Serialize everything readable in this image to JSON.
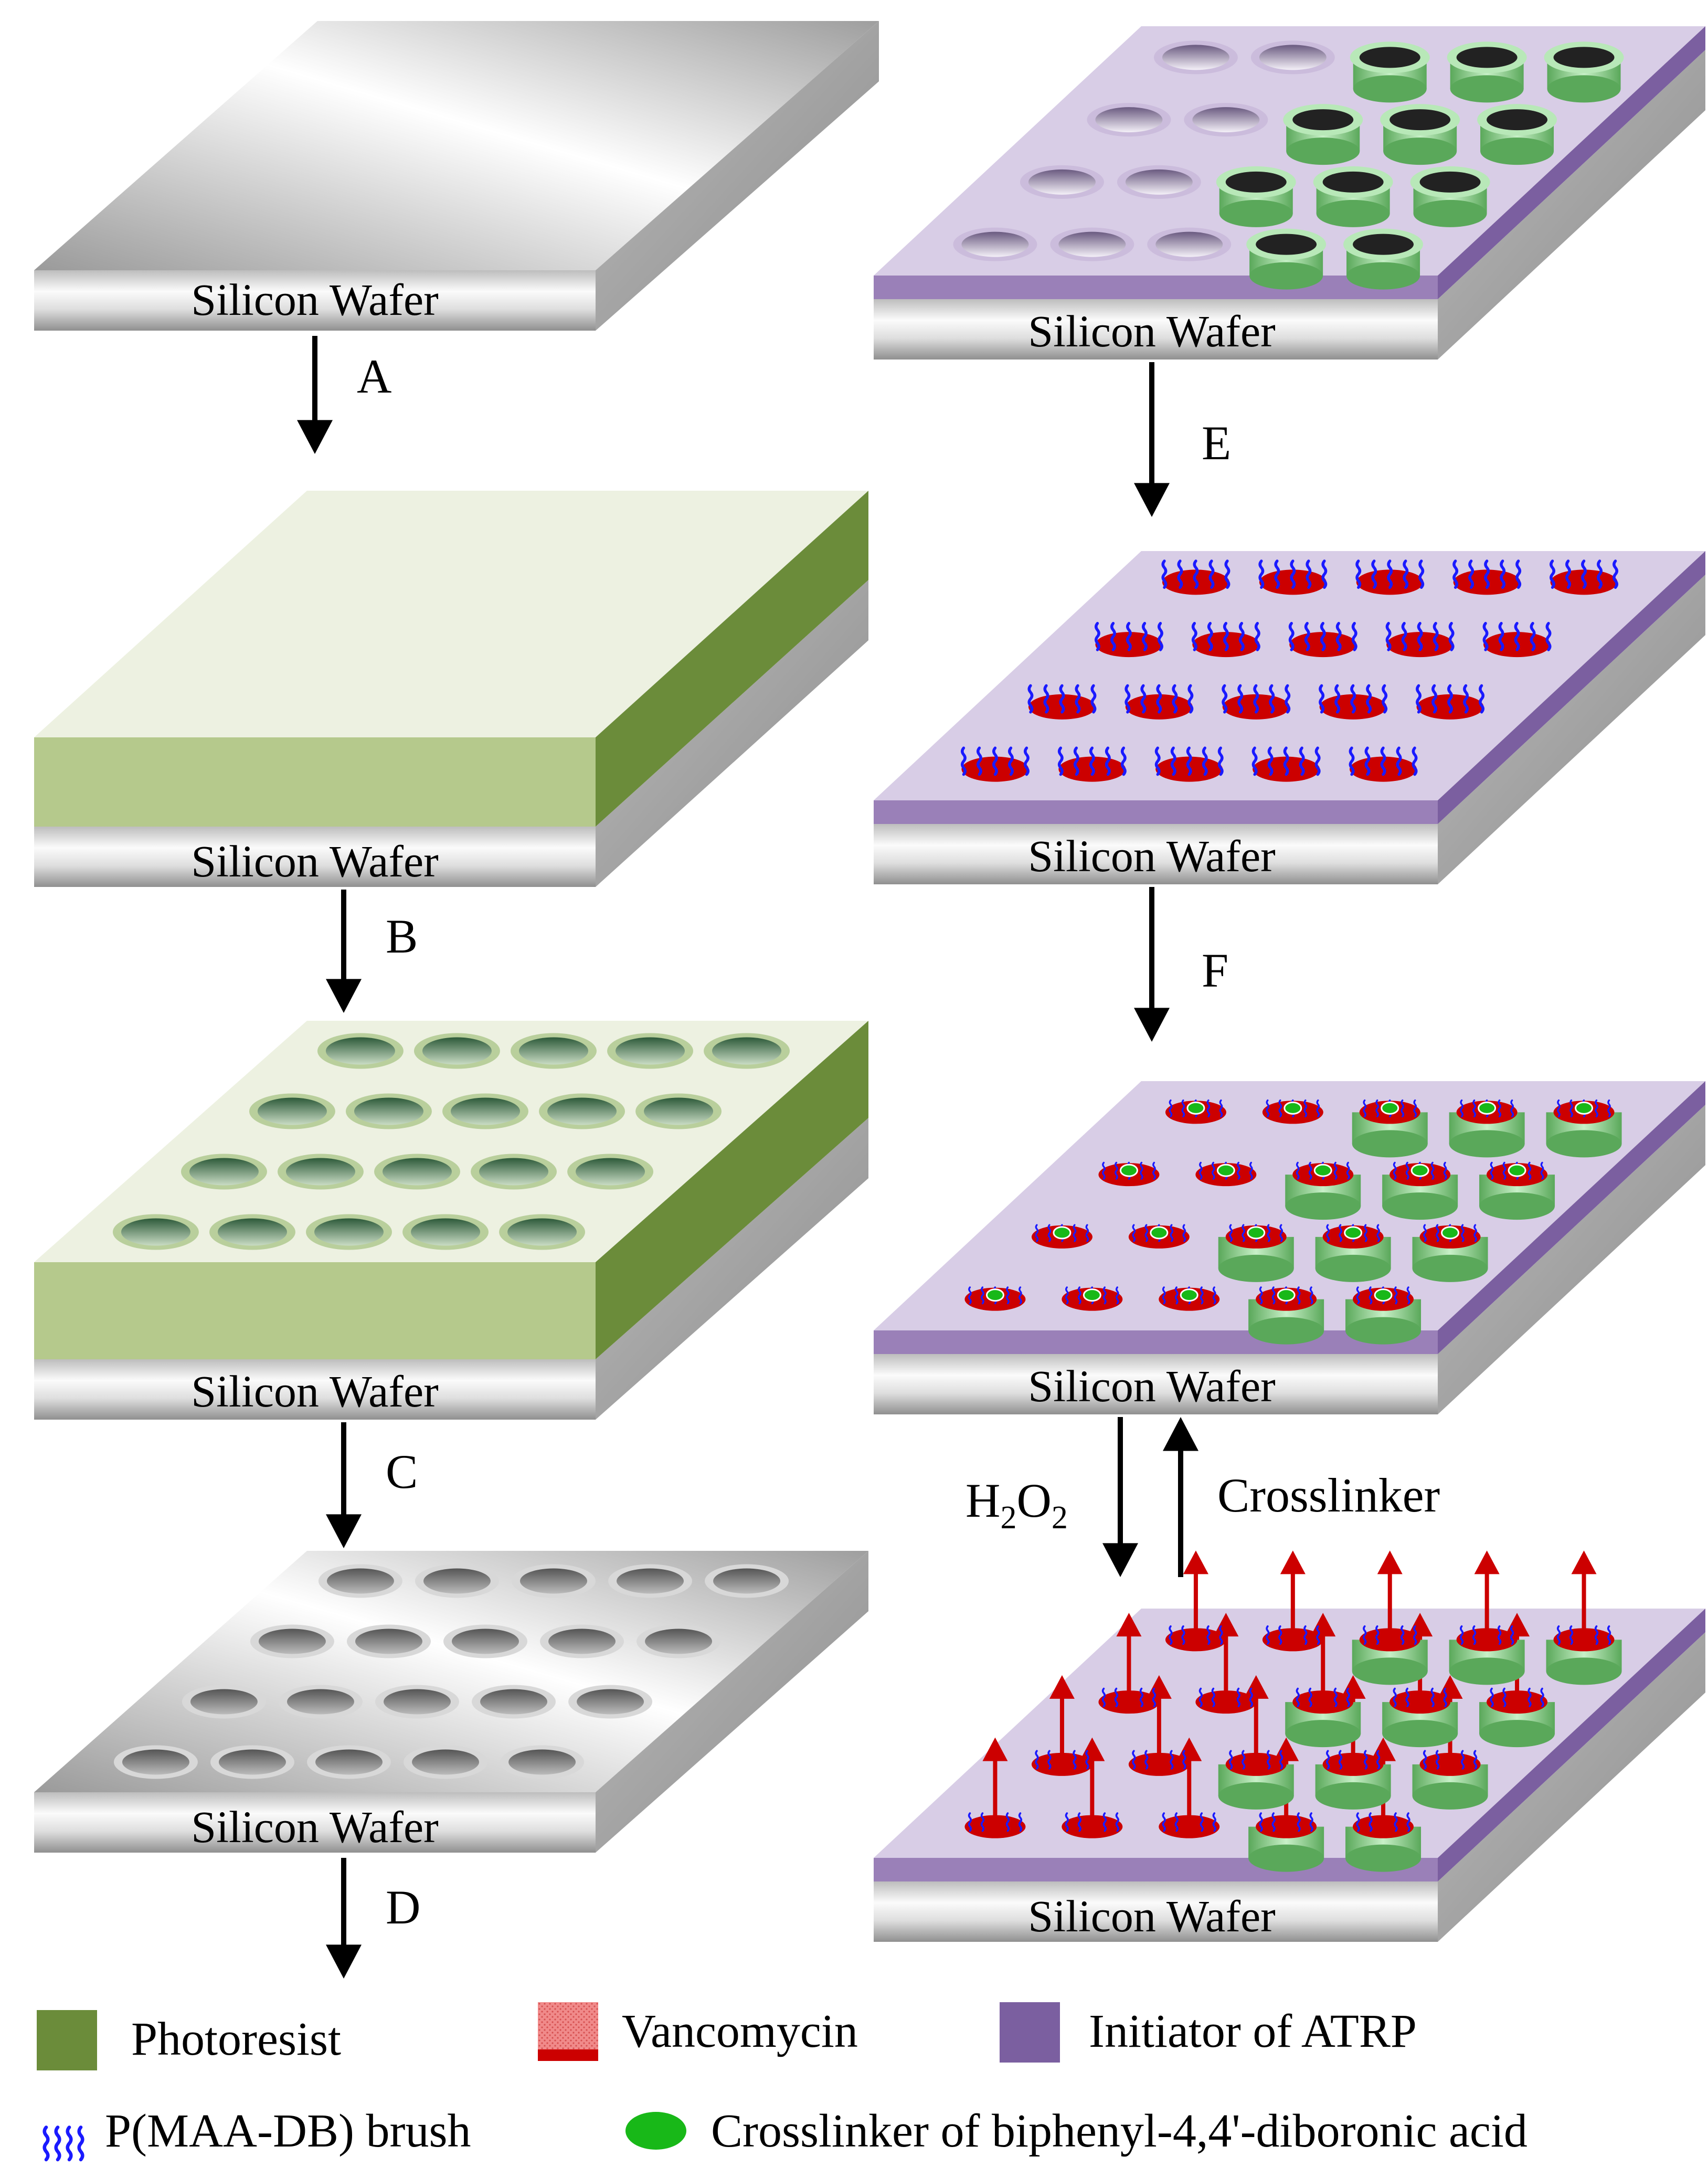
{
  "wafer_label": "Silicon Wafer",
  "steps": {
    "A": "A",
    "B": "B",
    "C": "C",
    "D": "D",
    "E": "E",
    "F": "F",
    "h2o2_main": "H",
    "h2o2_sub1": "2",
    "h2o2_mid": "O",
    "h2o2_sub2": "2",
    "crosslinker": "Crosslinker"
  },
  "legend": {
    "photoresist": "Photoresist",
    "vancomycin": "Vancomycin",
    "initiator": "Initiator of ATRP",
    "brush": "P(MAA-DB) brush",
    "crosslinker_item": "Crosslinker of biphenyl-4,4'-diboronic acid"
  },
  "colors": {
    "photoresist": "#6b8c3a",
    "photoresist_face": "#b5c98c",
    "photoresist_top": "#edf1e1",
    "vancomycin": "#cc0000",
    "initiator": "#7b5fa0",
    "initiator_top": "#d8cde6",
    "brush": "#1a1aff",
    "crosslinker": "#18b818",
    "cylinder": "#8fd08f",
    "wafer_light": "#f2f2f2",
    "wafer_dark": "#9a9a9a"
  }
}
